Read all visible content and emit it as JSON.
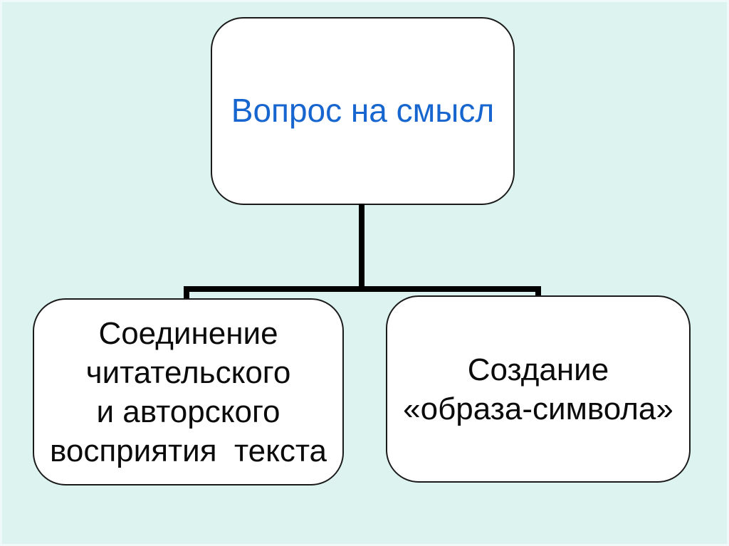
{
  "slide": {
    "background_color": "#dcf3ef",
    "line_color": "#000000",
    "node_fill": "#ffffff",
    "node_border_color": "#1a1a1a"
  },
  "diagram": {
    "type": "tree",
    "root_node": {
      "label": "Вопрос на смысл",
      "text_color": "#1766cf"
    },
    "child_nodes": [
      {
        "label": "Соединение\nчитательского\nи авторского\nвосприятия  текста",
        "text_color": "#0b0b0b"
      },
      {
        "label": "Создание\n«образа-символа»",
        "text_color": "#0b0b0b"
      }
    ]
  }
}
